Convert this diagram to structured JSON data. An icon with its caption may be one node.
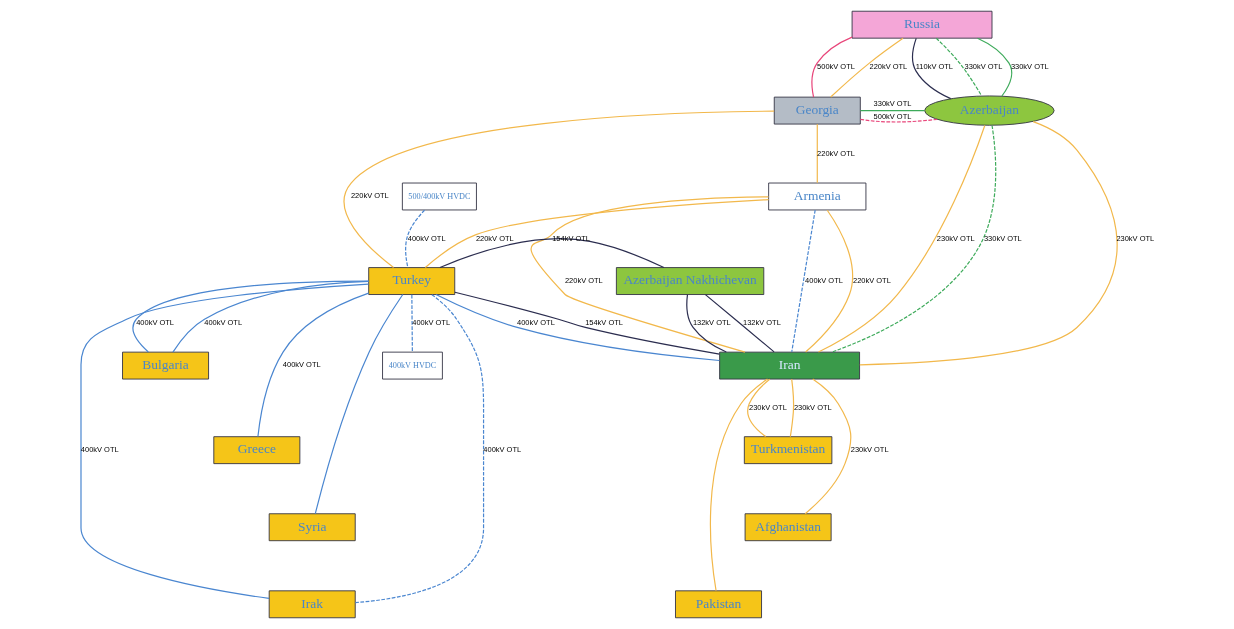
{
  "diagram": {
    "nodes": [
      {
        "text": [
          "Russia"
        ]
      },
      {
        "text": [
          "Georgia"
        ]
      },
      {
        "text": [
          "500/400kV HVDC"
        ]
      },
      {
        "text": [
          "Azerbaijan"
        ]
      },
      {
        "text": [
          "Armenia"
        ]
      },
      {
        "text": [
          "Turkey"
        ]
      },
      {
        "text": [
          "Azerbaijan Nakhichevan"
        ]
      },
      {
        "text": [
          "Iran"
        ]
      },
      {
        "text": [
          "400kV HVDC"
        ]
      },
      {
        "text": [
          "Bulgaria"
        ]
      },
      {
        "text": [
          "Greece"
        ]
      },
      {
        "text": [
          "Syria"
        ]
      },
      {
        "text": [
          "Irak"
        ]
      },
      {
        "text": [
          "Turkmenistan"
        ]
      },
      {
        "text": [
          "Afghanistan"
        ]
      },
      {
        "text": [
          "Pakistan"
        ]
      }
    ],
    "edges": [
      {
        "from": 1,
        "to": 0,
        "arrow": "none",
        "label": "220kV OTL"
      },
      {
        "from": 1,
        "to": 0,
        "arrow": "none",
        "label": "500kV OTL",
        "color": "#e8457a"
      },
      {
        "from": 0,
        "to": 3,
        "arrow": "none",
        "label": "330kV OTL",
        "style": "dashed",
        "color": "#3daa5a"
      },
      {
        "from": 0,
        "to": 3,
        "arrow": "none",
        "label": "330kV OTL",
        "color": "#3daa5a"
      },
      {
        "from": 0,
        "to": 3,
        "arrow": "none",
        "label": "110kV OTL",
        "color": "#2b2d4f"
      },
      {
        "from": 1,
        "to": 3,
        "arrow": "none",
        "label": "330kV OTL",
        "color": "#3daa5a"
      },
      {
        "from": 1,
        "to": 3,
        "arrow": "none",
        "label": "500kV OTL",
        "style": "dashed",
        "color": "#e8457a"
      },
      {
        "from": 1,
        "to": 5,
        "arrow": "none",
        "label": "220kV OTL"
      },
      {
        "from": 2,
        "to": 5,
        "arrow": "none",
        "label": "400kV OTL",
        "style": "dashed",
        "color": "#4a86d0"
      },
      {
        "from": 1,
        "to": 4,
        "arrow": "none",
        "label": "220kV OTL"
      },
      {
        "from": 5,
        "to": 4,
        "arrow": "none",
        "label": "220kV OTL"
      },
      {
        "from": 4,
        "to": 7,
        "arrow": "none",
        "label": "400kV OTL",
        "style": "dashed",
        "color": "#4a86d0"
      },
      {
        "from": 4,
        "to": 7,
        "arrow": "none",
        "label": "220kV OTL"
      },
      {
        "from": 4,
        "to": 7,
        "arrow": "none",
        "label": "220kV OTL"
      },
      {
        "from": 3,
        "to": 7,
        "arrow": "none",
        "label": "230kV OTL"
      },
      {
        "from": 3,
        "to": 7,
        "arrow": "none",
        "label": "230kV OTL"
      },
      {
        "from": 3,
        "to": 7,
        "arrow": "none",
        "label": "330kV OTL",
        "style": "dashed",
        "color": "#3daa5a"
      },
      {
        "from": 5,
        "to": 6,
        "arrow": "none",
        "label": "154kV OTL",
        "color": "#2b2d4f"
      },
      {
        "from": 6,
        "to": 7,
        "arrow": "none",
        "label": "132kV OTL",
        "color": "#2b2d4f"
      },
      {
        "from": 6,
        "to": 7,
        "arrow": "none",
        "label": "132kV OTL",
        "color": "#2b2d4f"
      },
      {
        "from": 5,
        "to": 7,
        "arrow": "none",
        "label": "400kV OTL",
        "color": "#4a86d0"
      },
      {
        "from": 5,
        "to": 7,
        "arrow": "none",
        "label": "154kV OTL",
        "color": "#2b2d4f"
      },
      {
        "from": 5,
        "to": 8,
        "arrow": "none",
        "label": "400kV OTL",
        "style": "dashed",
        "color": "#4a86d0"
      },
      {
        "from": 5,
        "to": 10,
        "arrow": "none",
        "label": "400kV OTL",
        "color": "#4a86d0"
      },
      {
        "from": 5,
        "to": 11,
        "arrow": "none",
        "color": "#4a86d0"
      },
      {
        "from": 5,
        "to": 9,
        "arrow": "none",
        "label": "400kV OTL",
        "color": "#4a86d0"
      },
      {
        "from": 5,
        "to": 9,
        "arrow": "none",
        "label": "400kV OTL",
        "color": "#4a86d0"
      },
      {
        "from": 5,
        "to": 12,
        "arrow": "none",
        "label": "400kV OTL",
        "style": "dashed",
        "color": "#4a86d0"
      },
      {
        "from": 5,
        "to": 12,
        "arrow": "none",
        "label": "400kV OTL",
        "color": "#4a86d0"
      },
      {
        "from": 7,
        "to": 13,
        "arrow": "none",
        "label": "230kV OTL"
      },
      {
        "from": 7,
        "to": 13,
        "arrow": "none",
        "label": "230kV OTL"
      },
      {
        "from": 7,
        "to": 14,
        "arrow": "none",
        "label": "230kV OTL"
      },
      {
        "from": 7,
        "to": 15,
        "arrow": "none"
      }
    ]
  }
}
